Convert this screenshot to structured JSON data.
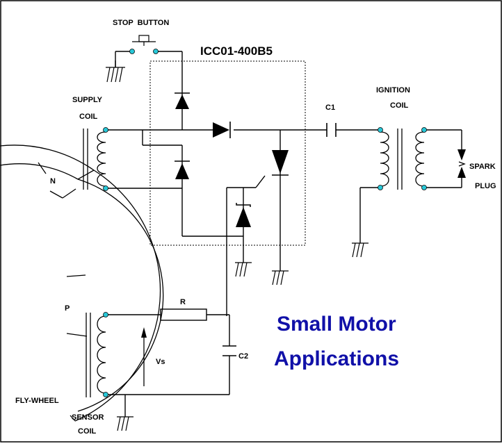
{
  "diagram": {
    "title": "ICC01-400B5",
    "stop_button_label": "STOP  BUTTON",
    "supply_coil_label": [
      "SUPPLY",
      "COIL"
    ],
    "ignition_coil_label": [
      "IGNITION",
      "COIL"
    ],
    "spark_plug_label": [
      "SPARK",
      "PLUG"
    ],
    "c1_label": "C1",
    "c2_label": "C2",
    "r_label": "R",
    "vs_label": "Vs",
    "sensor_coil_label": [
      "SENSOR",
      "COIL"
    ],
    "flywheel_label": "FLY-WHEEL",
    "magnet_n_label": "N",
    "magnet_p_label": "P",
    "caption_lines": [
      "Small Motor",
      "Applications"
    ]
  },
  "colors": {
    "accent": "#1010a8",
    "terminal": "#28c8d8",
    "wire": "#000000"
  }
}
